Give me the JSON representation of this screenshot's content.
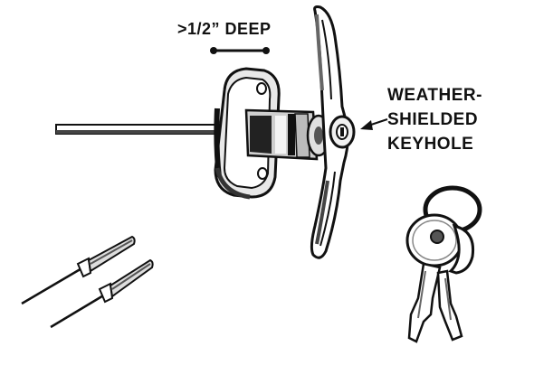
{
  "labels": {
    "depth": ">1/2” DEEP",
    "callout_lines": [
      "WEATHER-",
      "SHIELDED",
      "KEYHOLE"
    ]
  },
  "colors": {
    "ink": "#111111",
    "paper": "#ffffff"
  }
}
